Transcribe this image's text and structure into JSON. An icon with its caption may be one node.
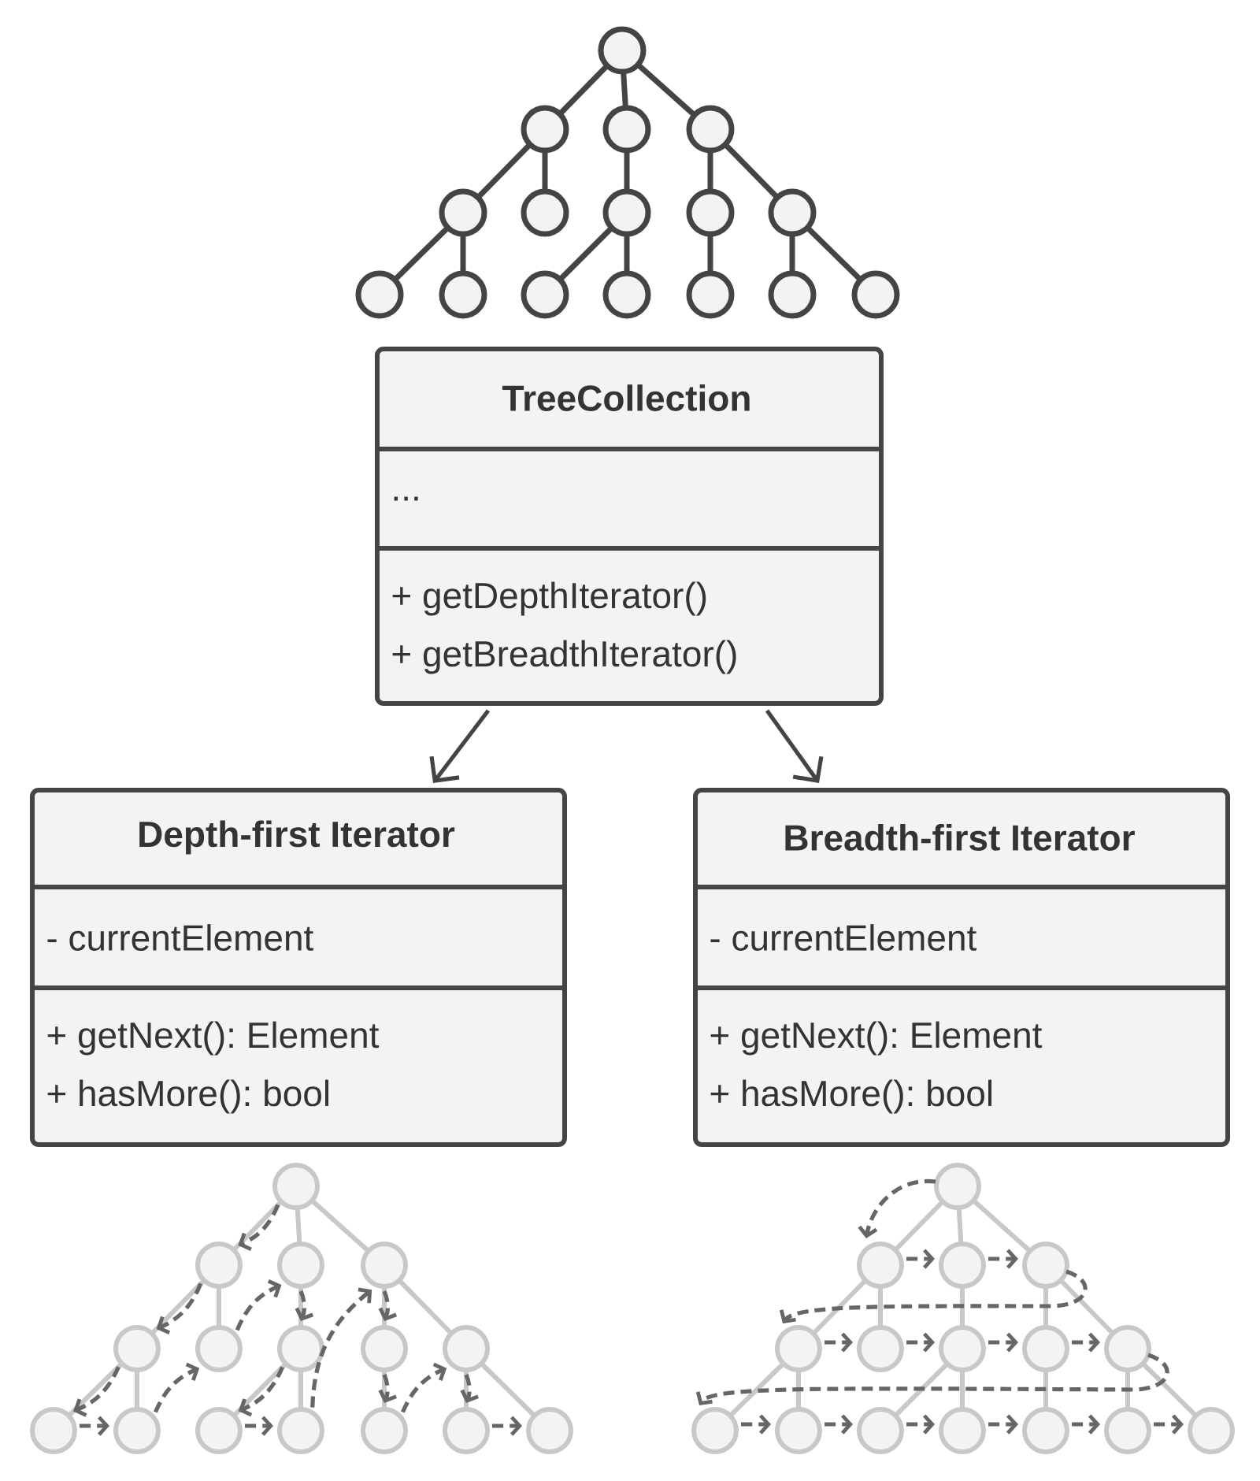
{
  "diagram": {
    "nodes": [
      {
        "text": [
          "TreeCollection",
          "...",
          "+ getDepthIterator()",
          "+ getBreadthIterator()"
        ]
      },
      {
        "text": [
          "Depth-first Iterator",
          "- currentElement",
          "+ getNext(): Element",
          "+ hasMore(): bool"
        ]
      },
      {
        "text": [
          "Breadth-first Iterator",
          "- currentElement",
          "+ getNext(): Element",
          "+ hasMore(): bool"
        ]
      }
    ],
    "edges": [
      {
        "from": 0,
        "to": 1,
        "arrow": "to"
      },
      {
        "from": 0,
        "to": 2,
        "arrow": "to"
      }
    ]
  }
}
